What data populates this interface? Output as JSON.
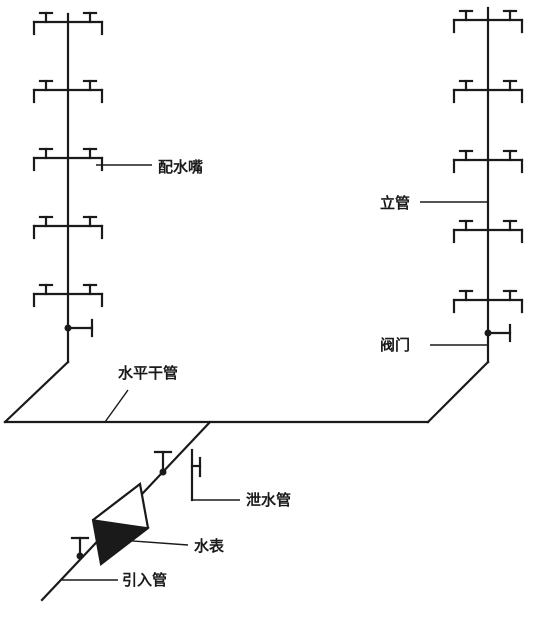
{
  "diagram": {
    "labels": {
      "faucet": "配水嘴",
      "riser": "立管",
      "valve": "阀门",
      "horizontal_main": "水平干管",
      "drain_pipe": "泄水管",
      "water_meter": "水表",
      "inlet_pipe": "引入管"
    },
    "left_riser": {
      "faucet_count": 5
    },
    "right_riser": {
      "faucet_count": 5
    }
  }
}
